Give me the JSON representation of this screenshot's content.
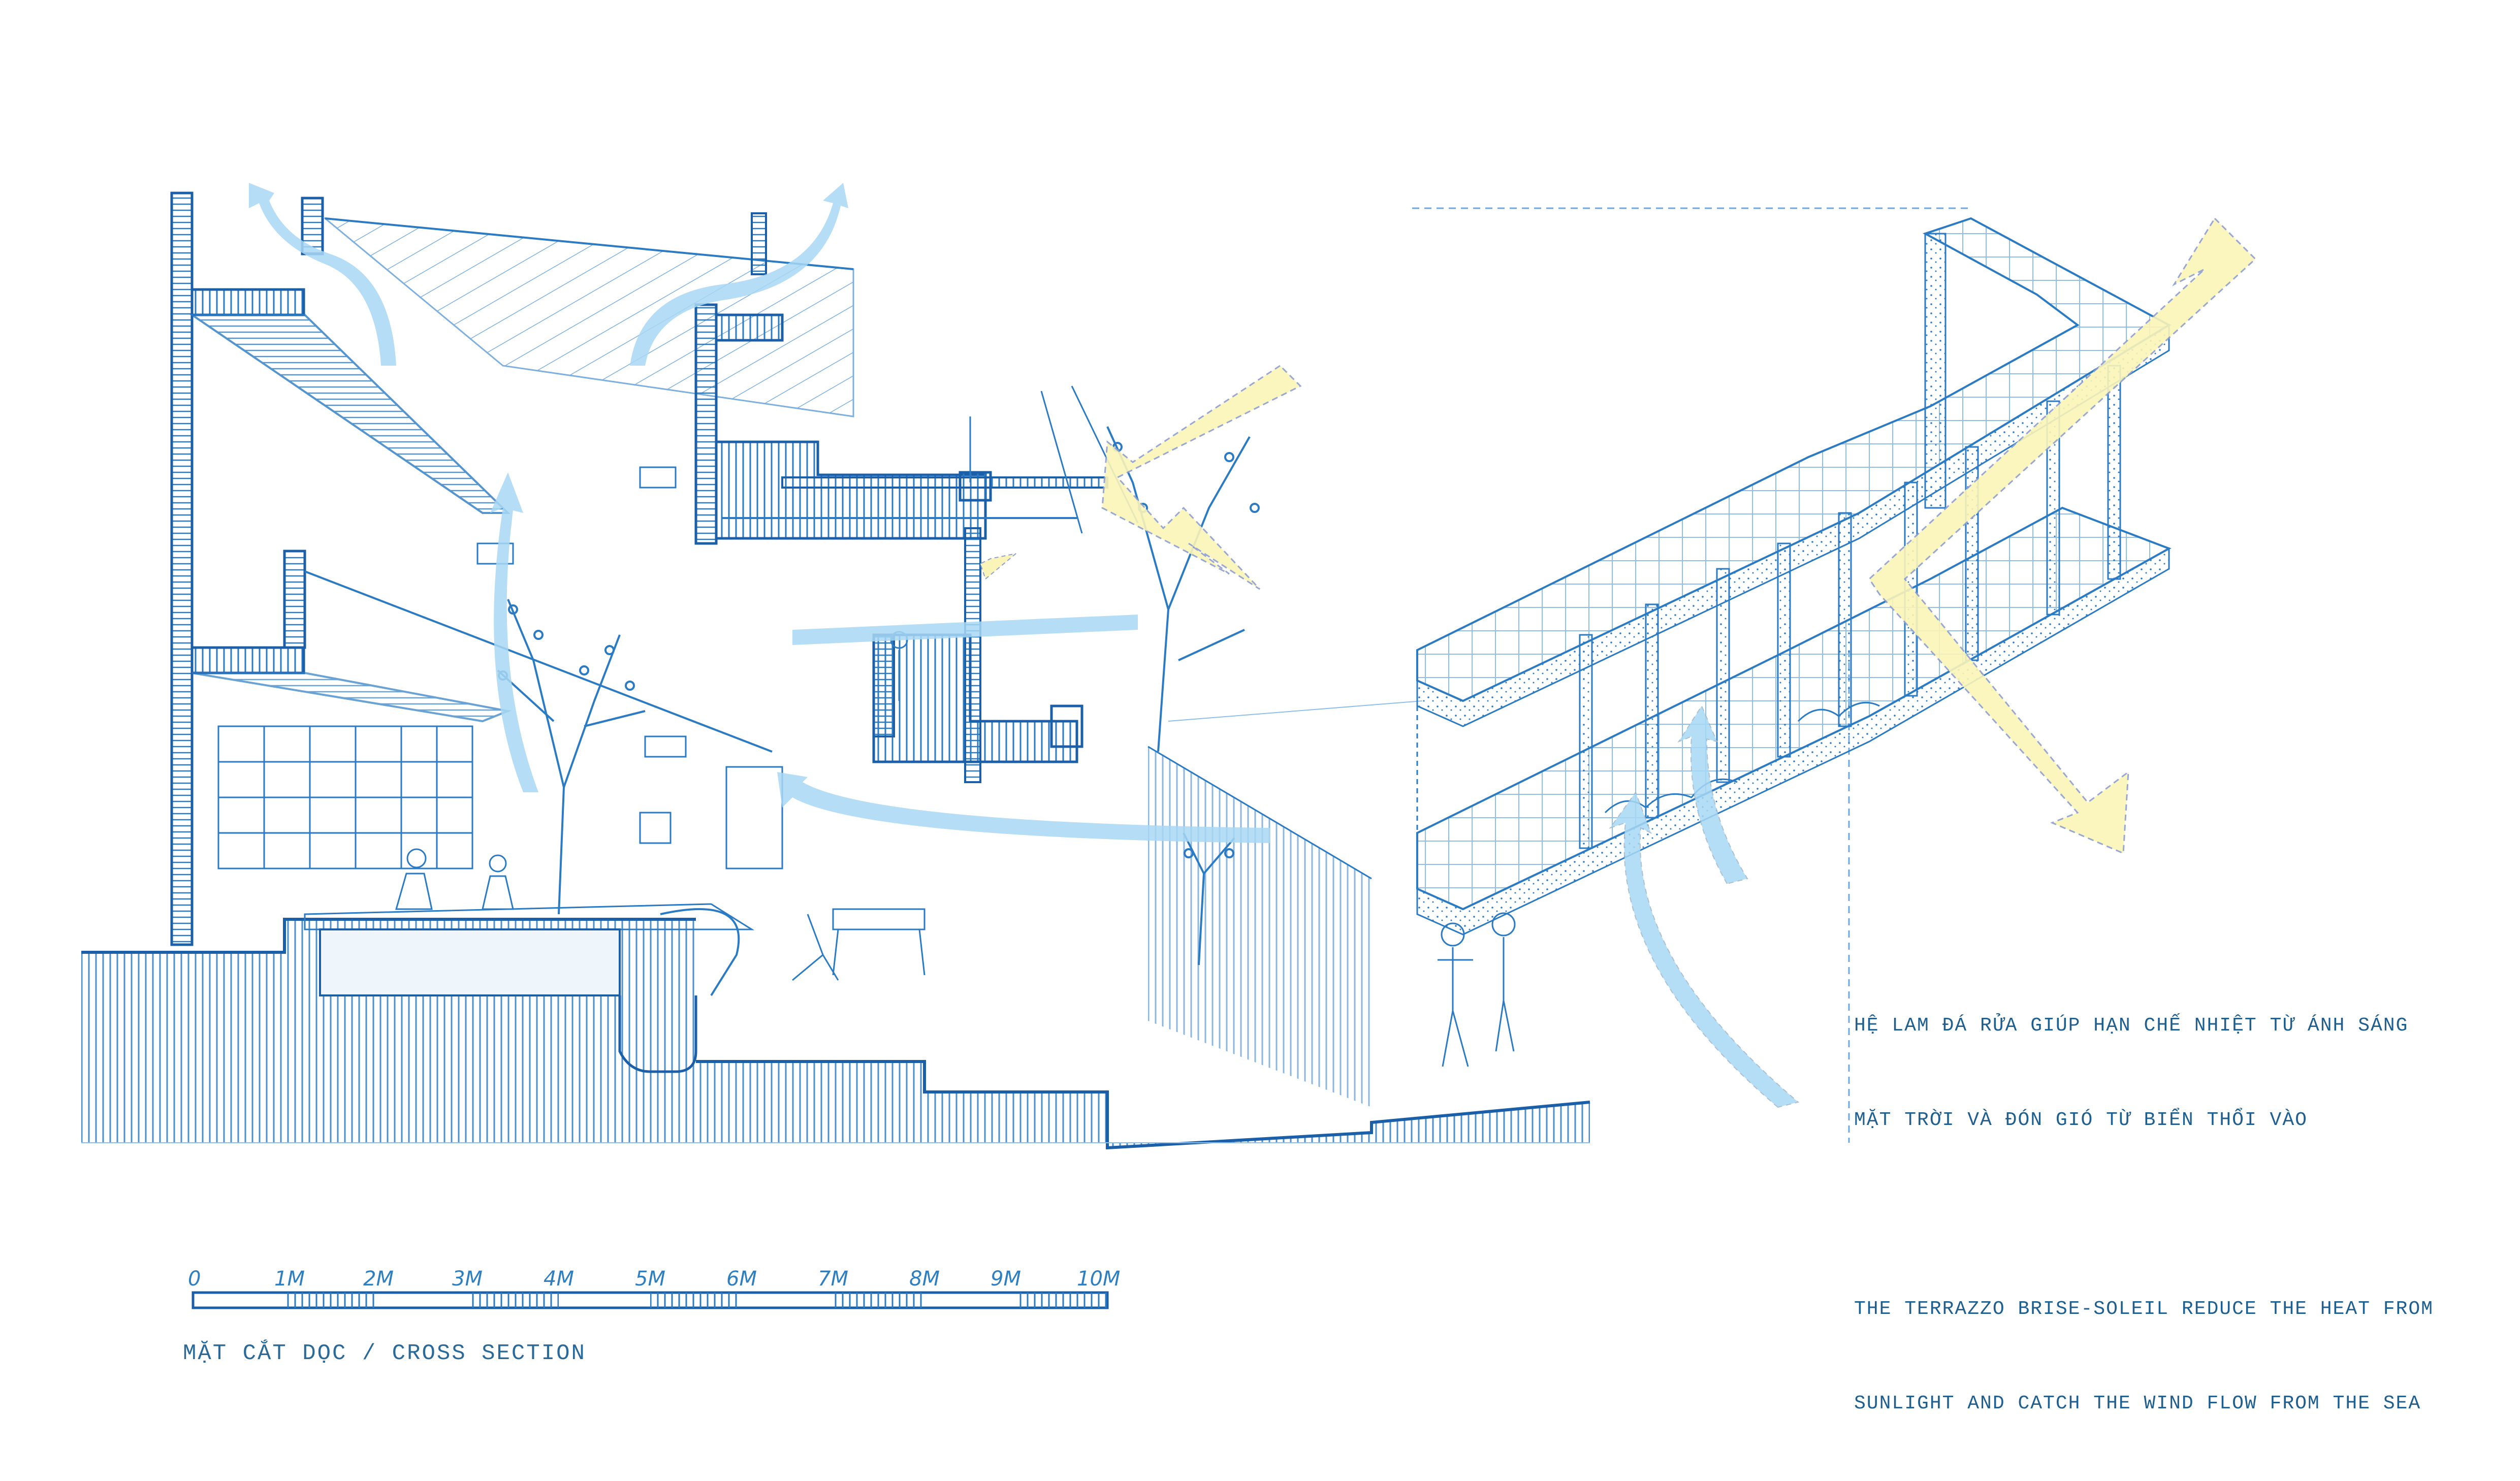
{
  "drawing": {
    "type": "architectural-cross-section-with-axonometric-detail",
    "palette": {
      "ink": "#2b7bc4",
      "ink_dark": "#1b5fa8",
      "ink_light": "#8fbfe8",
      "wind_arrow": "#a8d8f5",
      "sun_arrow": "#fbf4b8",
      "sun_arrow_outline": "#8f9fcf",
      "text": "#1f5f8f",
      "background": "#ffffff"
    },
    "section": {
      "name": "cross-section",
      "elements": [
        "roof-pergola",
        "upper-floors",
        "courtyard-tree",
        "library-shelves",
        "pool",
        "dining-terrace",
        "garden",
        "fence",
        "people",
        "ground-hatching"
      ]
    },
    "axonometric": {
      "name": "terrazzo-brise-soleil",
      "elements": [
        "l-shaped-terrazzo-frame",
        "vertical-louvers",
        "planter-boxes",
        "sun-arrow",
        "wind-arrows"
      ]
    },
    "arrows": {
      "wind": [
        "roof-exhaust-left",
        "roof-exhaust-right",
        "courtyard-up",
        "floor-cross-ventilation-1",
        "floor-cross-ventilation-2",
        "brise-soleil-intake-1",
        "brise-soleil-intake-2"
      ],
      "sun": [
        "section-sun",
        "brise-soleil-sun"
      ]
    }
  },
  "annotation": {
    "vi_line1": "HỆ LAM ĐÁ RỬA GIÚP HẠN CHẾ NHIỆT TỪ ÁNH SÁNG",
    "vi_line2": "MẶT TRỜI VÀ ĐÓN GIÓ TỪ BIỂN THỔI VÀO",
    "en_line1": "THE TERRAZZO BRISE-SOLEIL REDUCE THE HEAT FROM",
    "en_line2": "SUNLIGHT AND CATCH THE WIND FLOW FROM THE SEA"
  },
  "scale_bar": {
    "labels": [
      "0",
      "1M",
      "2M",
      "3M",
      "4M",
      "5M",
      "6M",
      "7M",
      "8M",
      "9M",
      "10M"
    ],
    "filled_segments": [
      1,
      3,
      5,
      7,
      9
    ]
  },
  "caption": "MẶT CẮT DỌC / CROSS SECTION"
}
